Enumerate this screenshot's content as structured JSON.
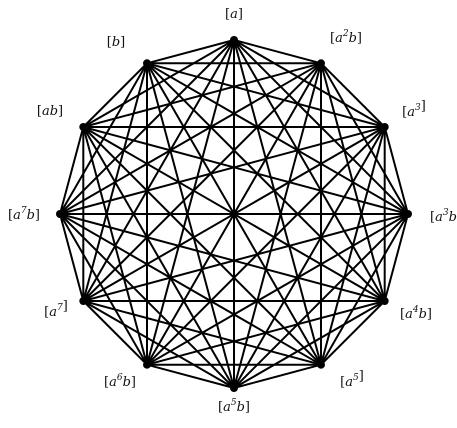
{
  "diagram": {
    "vertices": [
      {
        "id": "v0",
        "label": "[a]",
        "base": "a",
        "sup": "",
        "tail": ""
      },
      {
        "id": "v1",
        "label": "[a²b]",
        "base": "a",
        "sup": "2",
        "tail": "b"
      },
      {
        "id": "v2",
        "label": "[a³]",
        "base": "a",
        "sup": "3",
        "tail": ""
      },
      {
        "id": "v3",
        "label": "[a³b",
        "base": "a",
        "sup": "3",
        "tail": "b",
        "open": true
      },
      {
        "id": "v4",
        "label": "[a⁴b]",
        "base": "a",
        "sup": "4",
        "tail": "b"
      },
      {
        "id": "v5",
        "label": "[a⁵]",
        "base": "a",
        "sup": "5",
        "tail": ""
      },
      {
        "id": "v6",
        "label": "[a⁵b]",
        "base": "a",
        "sup": "5",
        "tail": "b"
      },
      {
        "id": "v7",
        "label": "[a⁶b]",
        "base": "a",
        "sup": "6",
        "tail": "b"
      },
      {
        "id": "v8",
        "label": "[a⁷]",
        "base": "a",
        "sup": "7",
        "tail": ""
      },
      {
        "id": "v9",
        "label": "[a⁷b]",
        "base": "a",
        "sup": "7",
        "tail": "b"
      },
      {
        "id": "v10",
        "label": "[ab]",
        "base": "ab",
        "sup": "",
        "tail": ""
      },
      {
        "id": "v11",
        "label": "[b]",
        "base": "b",
        "sup": "",
        "tail": ""
      }
    ],
    "edges": "complete",
    "colors": {
      "edge": "#000000",
      "vertex": "#000000",
      "label": "#111111"
    }
  }
}
